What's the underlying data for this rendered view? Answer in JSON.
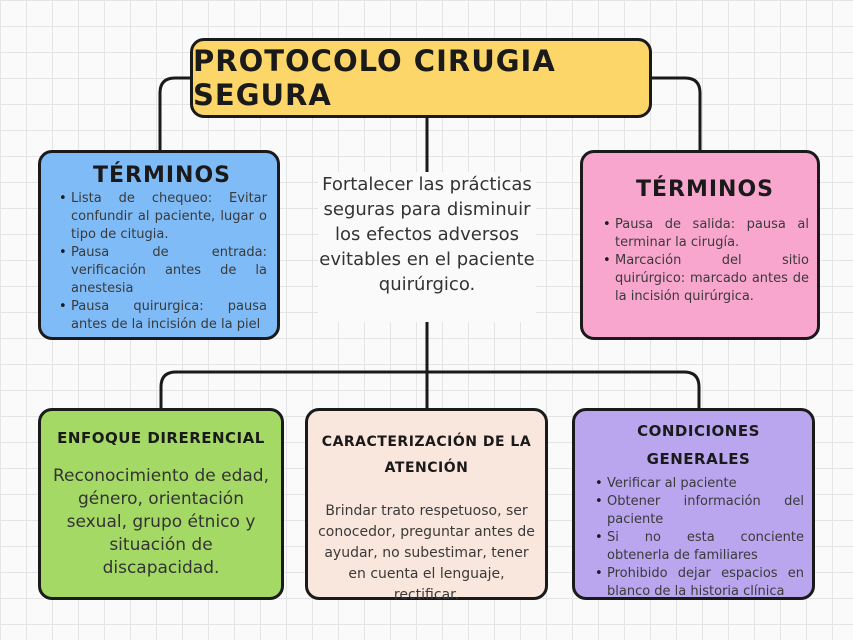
{
  "title": "PROTOCOLO CIRUGIA SEGURA",
  "objective": "Fortalecer las prácticas seguras para disminuir los efectos adversos evitables en el paciente quirúrgico.",
  "terms_left": {
    "heading": "TÉRMINOS",
    "items": [
      "Lista de chequeo: Evitar confundir al paciente, lugar o tipo de citugia.",
      "Pausa de entrada: verificación antes de la anestesia",
      "Pausa quirurgica: pausa antes de la incisión de la piel"
    ]
  },
  "terms_right": {
    "heading": "TÉRMINOS",
    "items": [
      "Pausa de salida: pausa al terminar la cirugía.",
      "Marcación del sitio quirúrgico: marcado antes de la incisión quirúrgica."
    ]
  },
  "approach": {
    "heading": "ENFOQUE DIRERENCIAL",
    "body": "Reconocimiento de edad, género, orientación sexual, grupo étnico y situación de discapacidad."
  },
  "care": {
    "heading": "CARACTERIZACIÓN DE LA ATENCIÓN",
    "body": "Brindar trato respetuoso, ser conocedor, preguntar antes de ayudar, no subestimar, tener en cuenta el lenguaje, rectificar."
  },
  "conditions": {
    "heading": "CONDICIONES GENERALES",
    "items": [
      "Verificar al paciente",
      "Obtener información del paciente",
      "Si no esta conciente obtenerla de familiares",
      "Prohibido dejar espacios en blanco de la historia clínica"
    ]
  }
}
